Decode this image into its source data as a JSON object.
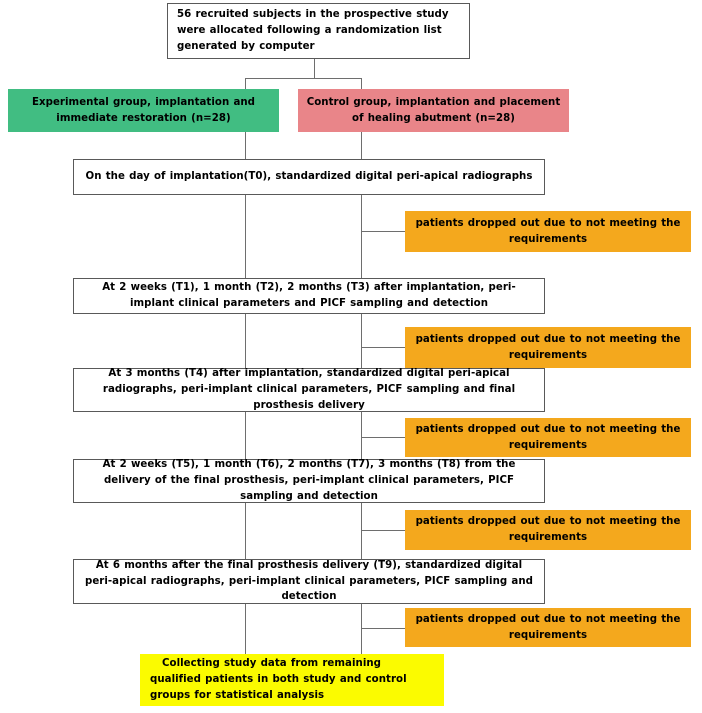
{
  "diagram": {
    "title": "Prospective randomized study flow diagram",
    "colors": {
      "green": "#41bd82",
      "red": "#e98589",
      "orange": "#f4a81d",
      "yellow": "#fbfb00",
      "box_border": "#595959",
      "connector": "#6e6e6e",
      "text": "#000000",
      "background": "#ffffff"
    },
    "nodes": {
      "enrollment": {
        "id": "enrollment-box",
        "text": "56  recruited subjects in the prospective  study were allocated following a randomization list generated by computer",
        "style": "white"
      },
      "experimental_group": {
        "id": "experimental-group-box",
        "text": "Experimental group, implantation and immediate restoration  (n=28)",
        "style": "green"
      },
      "control_group": {
        "id": "control-group-box",
        "text": "Control group, implantation and placement of healing abutment  (n=28)",
        "style": "red"
      },
      "timepoint_t0": {
        "id": "timepoint-t0-box",
        "text": "On the day of implantation(T0), standardized digital peri-apical radiographs",
        "style": "white"
      },
      "timepoint_t1_t3": {
        "id": "timepoint-t1-t3-box",
        "text": "At 2 weeks (T1), 1 month (T2), 2 months (T3) after implantation, peri-implant clinical parameters and  PICF sampling and detection",
        "style": "white"
      },
      "timepoint_t4": {
        "id": "timepoint-t4-box",
        "text": "At 3 months (T4) after implantation, standardized digital peri-apical radiographs, peri-implant clinical parameters, PICF sampling and final prosthesis delivery",
        "style": "white"
      },
      "timepoint_t5_t8": {
        "id": "timepoint-t5-t8-box",
        "text": "At 2 weeks (T5), 1 month (T6), 2 months (T7), 3 months (T8) from the delivery of the final prosthesis, peri-implant clinical parameters, PICF sampling and detection",
        "style": "white"
      },
      "timepoint_t9": {
        "id": "timepoint-t9-box",
        "text": "At 6 months after the final prosthesis delivery (T9), standardized digital peri-apical radiographs, peri-implant clinical parameters, PICF sampling and detection",
        "style": "white"
      },
      "conclusion": {
        "id": "conclusion-box",
        "text": "Collecting study data from remaining qualified patients in both study and control groups for statistical analysis",
        "style": "yellow"
      }
    },
    "dropouts": [
      {
        "id": "dropout-box-1",
        "text": "patients dropped out due to not meeting the requirements",
        "style": "orange"
      },
      {
        "id": "dropout-box-2",
        "text": "patients dropped out due to not meeting the requirements",
        "style": "orange"
      },
      {
        "id": "dropout-box-3",
        "text": "patients dropped out due to not meeting the requirements",
        "style": "orange"
      },
      {
        "id": "dropout-box-4",
        "text": "patients dropped out due to not meeting the requirements",
        "style": "orange"
      },
      {
        "id": "dropout-box-5",
        "text": "patients dropped out due to not meeting the requirements",
        "style": "orange"
      }
    ]
  }
}
